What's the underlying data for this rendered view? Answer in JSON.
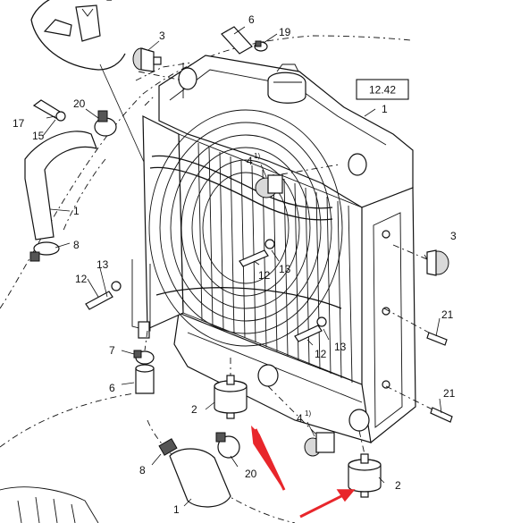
{
  "ref_box": "12.42",
  "labels": {
    "l1_radiator": "1",
    "l1_hose_left": "1",
    "l1_hose_bottom": "1",
    "l2_left": "2",
    "l2_right": "2",
    "l3_top": "3",
    "l3_right": "3",
    "l4_top": "4",
    "l4_top_sup": "1)",
    "l4_bottom": "4",
    "l4_bottom_sup": "1)",
    "l6_top": "6",
    "l6_bottom": "6",
    "l7": "7",
    "l8_left": "8",
    "l8_bottom": "8",
    "l12_left": "12",
    "l12_center": "12",
    "l12_lower": "12",
    "l13_left": "13",
    "l13_center": "13",
    "l13_lower": "13",
    "l15": "15",
    "l17": "17",
    "l19": "19",
    "l20_top": "20",
    "l20_bottom": "20",
    "l21_upper": "21",
    "l21_lower": "21"
  },
  "colors": {
    "arrow": "#e8262b",
    "line": "#111111"
  }
}
